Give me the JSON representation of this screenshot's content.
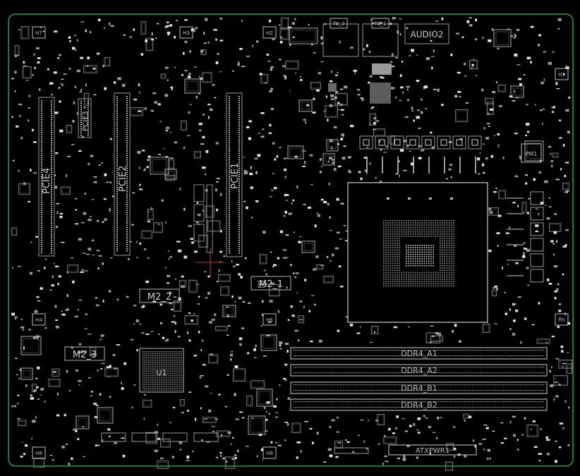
{
  "colors": {
    "background": "#000000",
    "outline": "#2f9b3a",
    "silkscreen": "#bfbfbf",
    "component": "#8c8c8c",
    "pin": "#e6e6e6",
    "crosshair": "#c23a3a"
  },
  "labels": {
    "pcie1": "PCIE1",
    "pcie2": "PCIE2",
    "pcie3": "PCIE3",
    "pcie4": "PCIE4",
    "m2_1": "M2_1",
    "m2_2": "M2_2",
    "m2_3": "M2_3",
    "audio2": "AUDIO2",
    "ddr_a1": "DDR4_A1",
    "ddr_a2": "DDR4_A2",
    "ddr_b1": "DDR4_B1",
    "ddr_b2": "DDR4_B2",
    "atxpwr1": "ATXPWR1",
    "pm1": "PM1",
    "u1": "U1",
    "h1": "H1",
    "h2": "H2",
    "h3": "H3",
    "h4": "H4",
    "h5": "H5",
    "h6": "H6",
    "h7": "H7",
    "h8": "H8",
    "h9": "H9",
    "tb2": "TB_2",
    "tb1": "TB_1"
  }
}
